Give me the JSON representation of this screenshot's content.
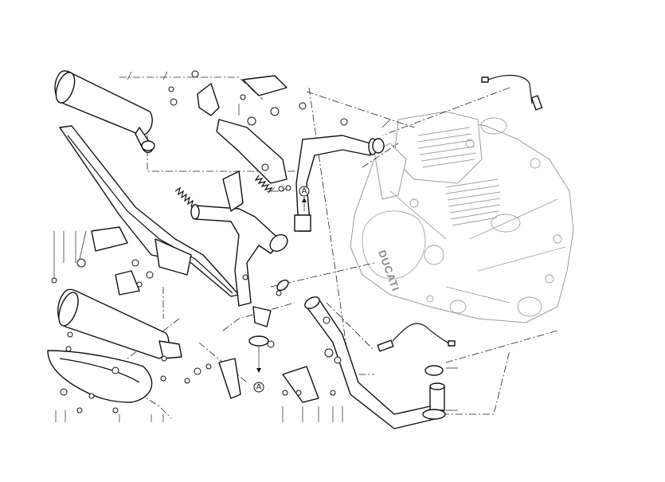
{
  "diagram": {
    "reference_marker_top": "A",
    "reference_marker_bottom": "A",
    "engine_logo": "DUCATI"
  }
}
